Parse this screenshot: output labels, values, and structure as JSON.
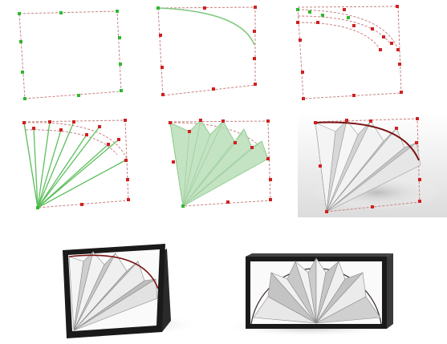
{
  "figure": {
    "description_colors": {
      "frame_line": "#c98080",
      "guide_line": "#7fc87f",
      "point_red": "#d02020",
      "point_green": "#2fb82f",
      "fan_fill": "#b9deb9",
      "frame_black": "#1a1a1a",
      "paper_white": "#efefef",
      "paper_shade": "#b8b8b8",
      "arc_dark": "#7a1414"
    },
    "panels": [
      {
        "id": "step-1",
        "stage": "square-frame"
      },
      {
        "id": "step-2",
        "stage": "quarter-arc"
      },
      {
        "id": "step-3",
        "stage": "concentric-arcs"
      },
      {
        "id": "step-4",
        "stage": "radial-fold-lines"
      },
      {
        "id": "step-5",
        "stage": "fan-surface"
      },
      {
        "id": "step-6",
        "stage": "rendered-fan"
      },
      {
        "id": "step-7",
        "stage": "framed-quarter-fan"
      },
      {
        "id": "step-8",
        "stage": "framed-half-fan"
      }
    ]
  }
}
